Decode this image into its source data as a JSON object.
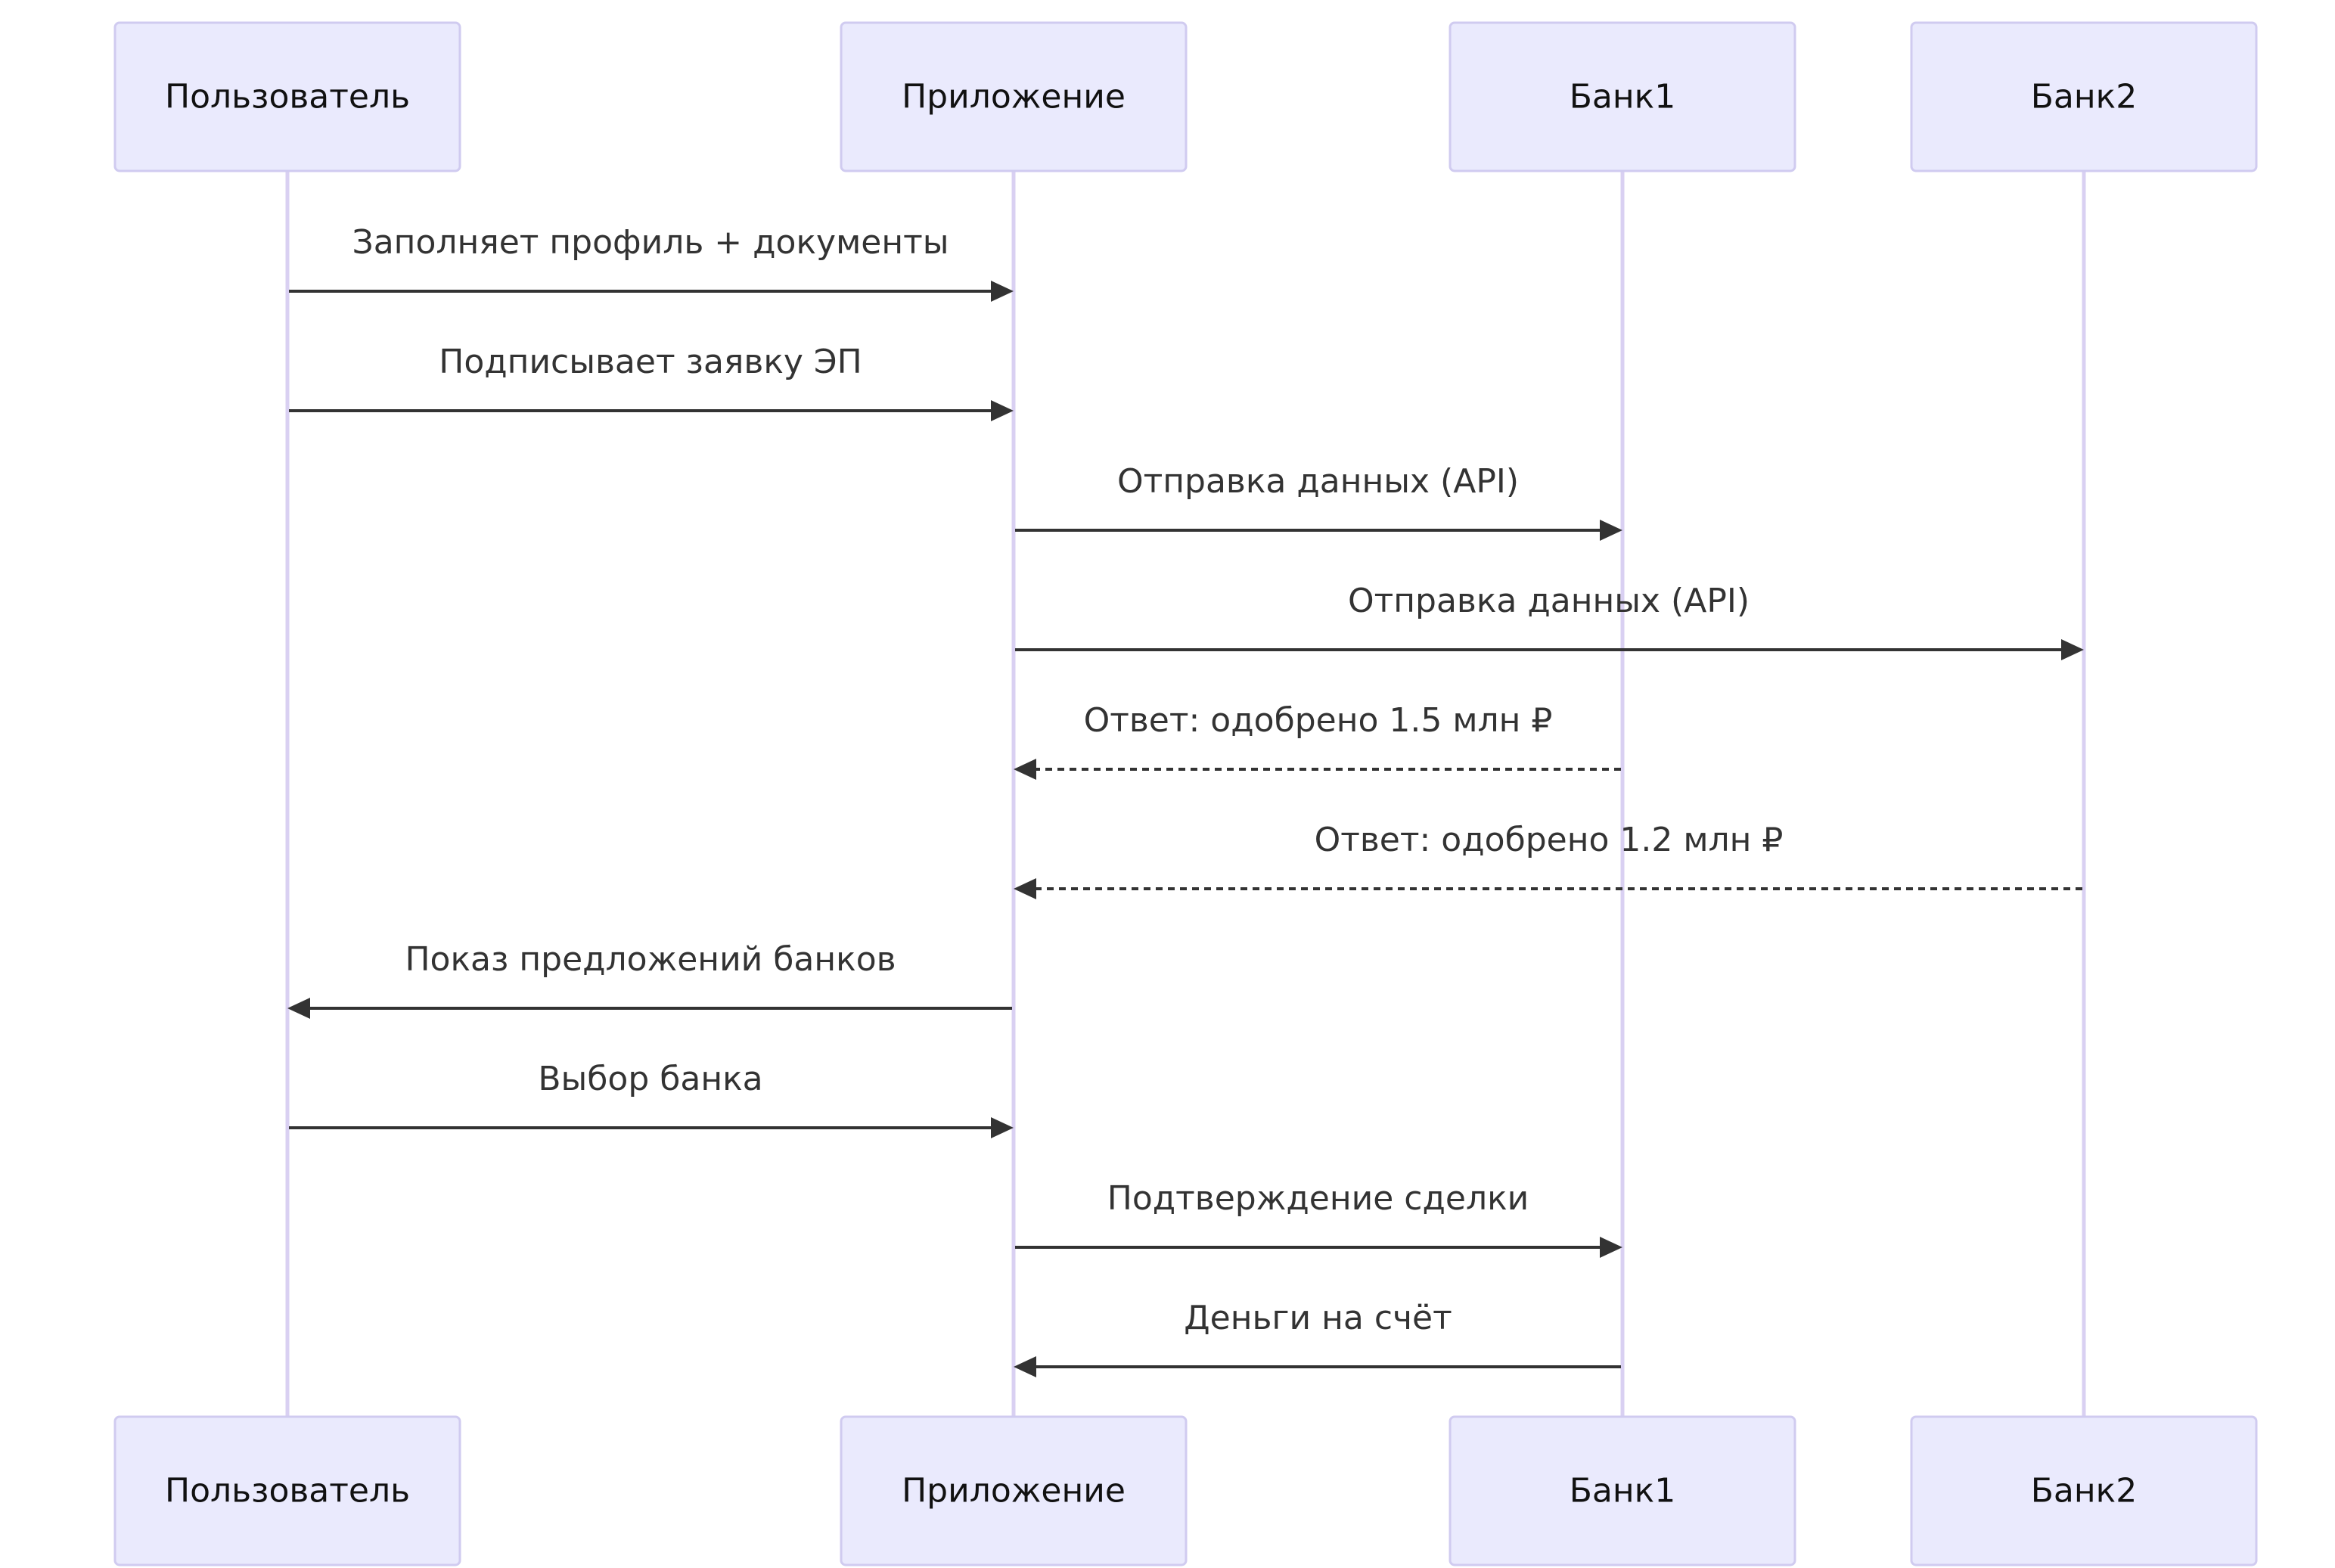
{
  "participants": [
    {
      "id": "user",
      "label": "Пользователь"
    },
    {
      "id": "app",
      "label": "Приложение"
    },
    {
      "id": "bank1",
      "label": "Банк1"
    },
    {
      "id": "bank2",
      "label": "Банк2"
    }
  ],
  "messages": [
    {
      "from": "user",
      "to": "app",
      "label": "Заполняет профиль + документы",
      "style": "solid"
    },
    {
      "from": "user",
      "to": "app",
      "label": "Подписывает заявку ЭП",
      "style": "solid"
    },
    {
      "from": "app",
      "to": "bank1",
      "label": "Отправка данных (API)",
      "style": "solid"
    },
    {
      "from": "app",
      "to": "bank2",
      "label": "Отправка данных (API)",
      "style": "solid"
    },
    {
      "from": "bank1",
      "to": "app",
      "label": "Ответ: одобрено 1.5 млн ₽",
      "style": "dashed"
    },
    {
      "from": "bank2",
      "to": "app",
      "label": "Ответ: одобрено 1.2 млн ₽",
      "style": "dashed"
    },
    {
      "from": "app",
      "to": "user",
      "label": "Показ предложений банков",
      "style": "solid"
    },
    {
      "from": "user",
      "to": "app",
      "label": "Выбор банка",
      "style": "solid"
    },
    {
      "from": "app",
      "to": "bank1",
      "label": "Подтверждение сделки",
      "style": "solid"
    },
    {
      "from": "bank1",
      "to": "app",
      "label": "Деньги на счёт",
      "style": "solid"
    }
  ]
}
